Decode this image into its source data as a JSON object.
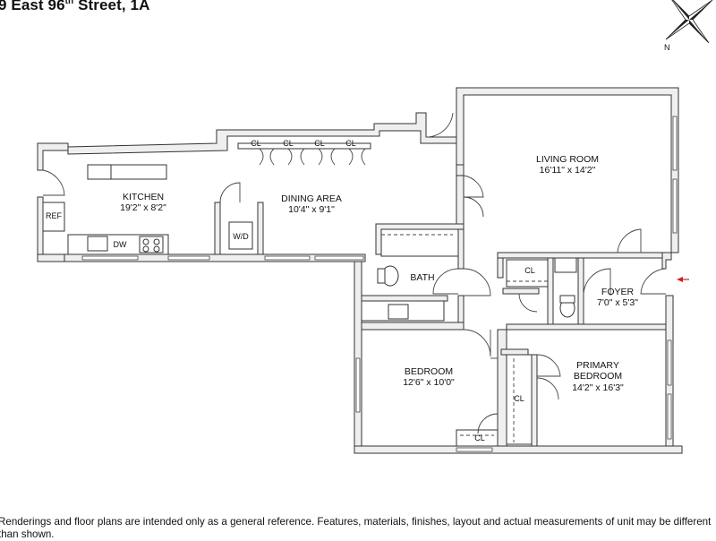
{
  "title": {
    "pre": "9 East 96",
    "sup": "th",
    "post": " Street, 1A"
  },
  "compass": {
    "letter": "N"
  },
  "rooms": {
    "kitchen": {
      "name": "KITCHEN",
      "dims": "19'2\" x 8'2\""
    },
    "dining": {
      "name": "DINING AREA",
      "dims": "10'4\" x 9'1\""
    },
    "living": {
      "name": "LIVING ROOM",
      "dims": "16'11\" x 14'2\""
    },
    "bath": {
      "name": "BATH"
    },
    "foyer": {
      "name": "FOYER",
      "dims": "7'0\" x 5'3\""
    },
    "bedroom": {
      "name": "BEDROOM",
      "dims": "12'6\" x 10'0\""
    },
    "primary": {
      "name1": "PRIMARY",
      "name2": "BEDROOM",
      "dims": "14'2\" x 16'3\""
    }
  },
  "fixtures": {
    "ref": "REF",
    "dw": "DW",
    "wd": "W/D",
    "closet": "CL"
  },
  "disclaimer": "Renderings and floor plans are intended only as a general reference. Features, materials, finishes, layout and actual measurements of unit may be different than shown.",
  "colors": {
    "wall": "#efefef",
    "outline": "#333333",
    "entry_arrow": "#cc2222"
  }
}
